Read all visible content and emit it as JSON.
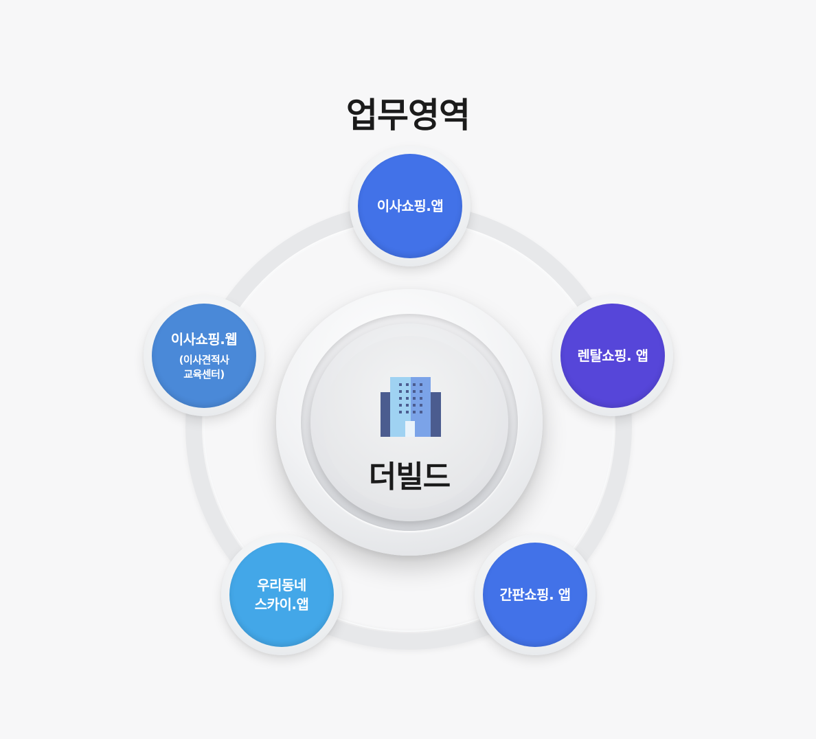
{
  "title": "업무영역",
  "center": {
    "label": "더빌드",
    "icon": "building-icon"
  },
  "nodes": [
    {
      "label": "이사쇼핑.앱",
      "sub": "",
      "color": "#4272e8"
    },
    {
      "label": "렌탈쇼핑. 앱",
      "sub": "",
      "color": "#5646d9"
    },
    {
      "label": "간판쇼핑. 앱",
      "sub": "",
      "color": "#4272e8"
    },
    {
      "label": "우리동네\n스카이.앱",
      "sub": "",
      "color": "#43a7e8"
    },
    {
      "label": "이사쇼핑.웹",
      "sub": "(이사견적사\n교육센터)",
      "color": "#4a89d8"
    }
  ]
}
